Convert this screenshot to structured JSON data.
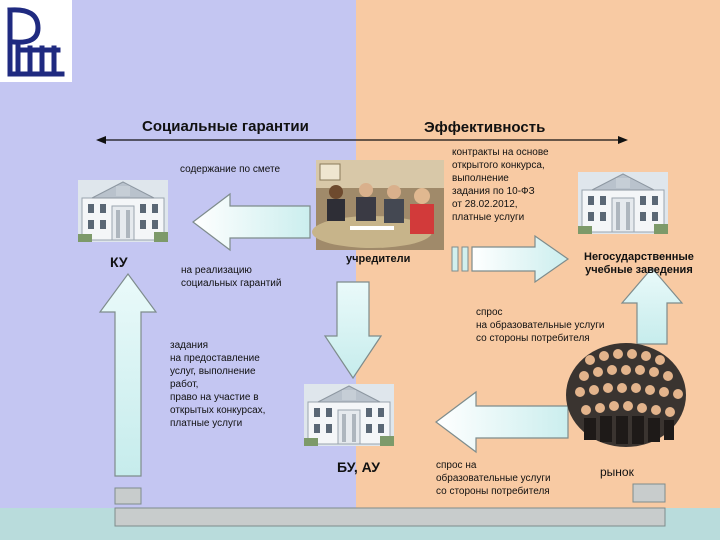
{
  "header": {
    "left_title": "Социальные гарантии",
    "right_title": "Эффективность"
  },
  "nodes": {
    "ku": "КУ",
    "founders": "учредители",
    "bu_au": "БУ, АУ",
    "non_state": [
      "Негосударственные",
      "учебные заведения"
    ],
    "market": "рынок"
  },
  "labels": {
    "estimate": "содержание  по смете",
    "social": [
      "на реализацию",
      "социальных гарантий"
    ],
    "tasks": [
      "задания",
      "на предоставление",
      "услуг, выполнение",
      "работ,",
      "право на участие в",
      "открытых конкурсах,",
      "платные услуги"
    ],
    "contracts": [
      "контракты на основе",
      "открытого конкурса,",
      "выполнение",
      "задания по 10-ФЗ",
      "от 28.02.2012,",
      "платные услуги"
    ],
    "demand_top": [
      "спрос",
      "на образовательные услуги",
      "со стороны потребителя"
    ],
    "demand_bottom": [
      "спрос на",
      "образовательные услуги",
      "со стороны потребителя"
    ]
  },
  "colors": {
    "left_bg": "#c4c6f2",
    "right_bg": "#f8caa3",
    "bottom_band": "#b9dcdc",
    "arrow_fill": "#d2f0ee",
    "arrow_stroke": "#7e8c8c"
  }
}
